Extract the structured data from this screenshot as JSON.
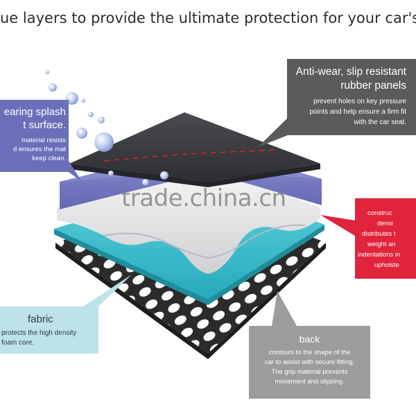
{
  "headline": "ue layers to provide the ultimate protection for your car's int",
  "callouts": {
    "anti_wear": {
      "title_line1": "Anti-wear, slip resistant",
      "title_line2": "rubber panels",
      "desc_line1": "prevent holes on key pressure",
      "desc_line2": "points and help ensure a firm fit",
      "desc_line3": "with the car seat."
    },
    "splash": {
      "title_line1": "earing splash",
      "title_line2": "t surface.",
      "desc_line1": "material resists",
      "desc_line2": "d ensures the mat",
      "desc_line3": "keep clean."
    },
    "construction": {
      "line1": "construc",
      "line2": "densi",
      "line3": "distributes t",
      "line4": "weight an",
      "line5": "indentations in",
      "line6": "upholste"
    },
    "fabric": {
      "title": "fabric",
      "desc_line1": "protects the high density",
      "desc_line2": "foam core."
    },
    "back": {
      "title": "back",
      "desc_line1": "contours to the shape of the",
      "desc_line2": "car to assist with secure fitting.",
      "desc_line3": "The grip material prevents",
      "desc_line4": "movement and slipping."
    }
  },
  "watermark": "trade.china.cn",
  "colors": {
    "rubber": "#3a3b3e",
    "purple_layer": "#7b7fc4",
    "foam": "#e9e9ea",
    "fabric_teal": "#3ec3d3",
    "back_mesh": "#2b2b2b",
    "callout_gray_dark": "#5b5b5b",
    "callout_purple": "#6b6fb9",
    "callout_red": "#e0243c",
    "callout_light_blue": "#bde2e9",
    "callout_gray": "#9c9c9c"
  }
}
